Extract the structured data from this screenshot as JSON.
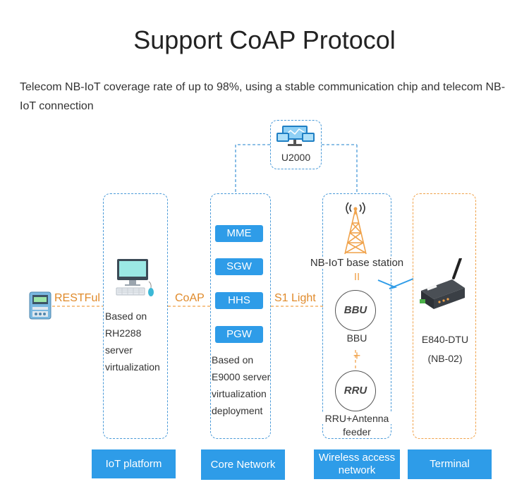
{
  "title": "Support CoAP Protocol",
  "subtitle": "Telecom NB-IoT coverage rate of up to 98%, using a stable communication chip and telecom NB-IoT connection",
  "manager": {
    "label": "U2000",
    "icon": "monitors-icon"
  },
  "links": {
    "restful": "RESTFul",
    "coap": "CoAP",
    "s1": "S1 Light"
  },
  "platform": {
    "desc": [
      "Based on",
      "RH2288",
      "server",
      "virtualization"
    ],
    "footer": "IoT platform",
    "icon": "computer-icon"
  },
  "core": {
    "elements": [
      "MME",
      "SGW",
      "HHS",
      "PGW"
    ],
    "desc": [
      "Based on",
      "E9000 server",
      "virtualization",
      "deployment"
    ],
    "footer": "Core Network"
  },
  "access": {
    "station": "NB-IoT base station",
    "equals": "II",
    "bbu_circle": "BBU",
    "bbu_label": "BBU",
    "plus": "+",
    "rru_circle": "RRU",
    "rru_label_1": "RRU+Antenna",
    "rru_label_2": "feeder",
    "footer_1": "Wireless access",
    "footer_2": "network",
    "icon": "antenna-tower-icon"
  },
  "terminal": {
    "name": "E840-DTU",
    "model": "(NB-02)",
    "footer": "Terminal",
    "icon": "dtu-device-icon"
  },
  "meter_icon": "meter-icon",
  "colors": {
    "blue": "#2e9ce8",
    "orange": "#f0a24a",
    "dash_blue": "#4a9ad8"
  }
}
